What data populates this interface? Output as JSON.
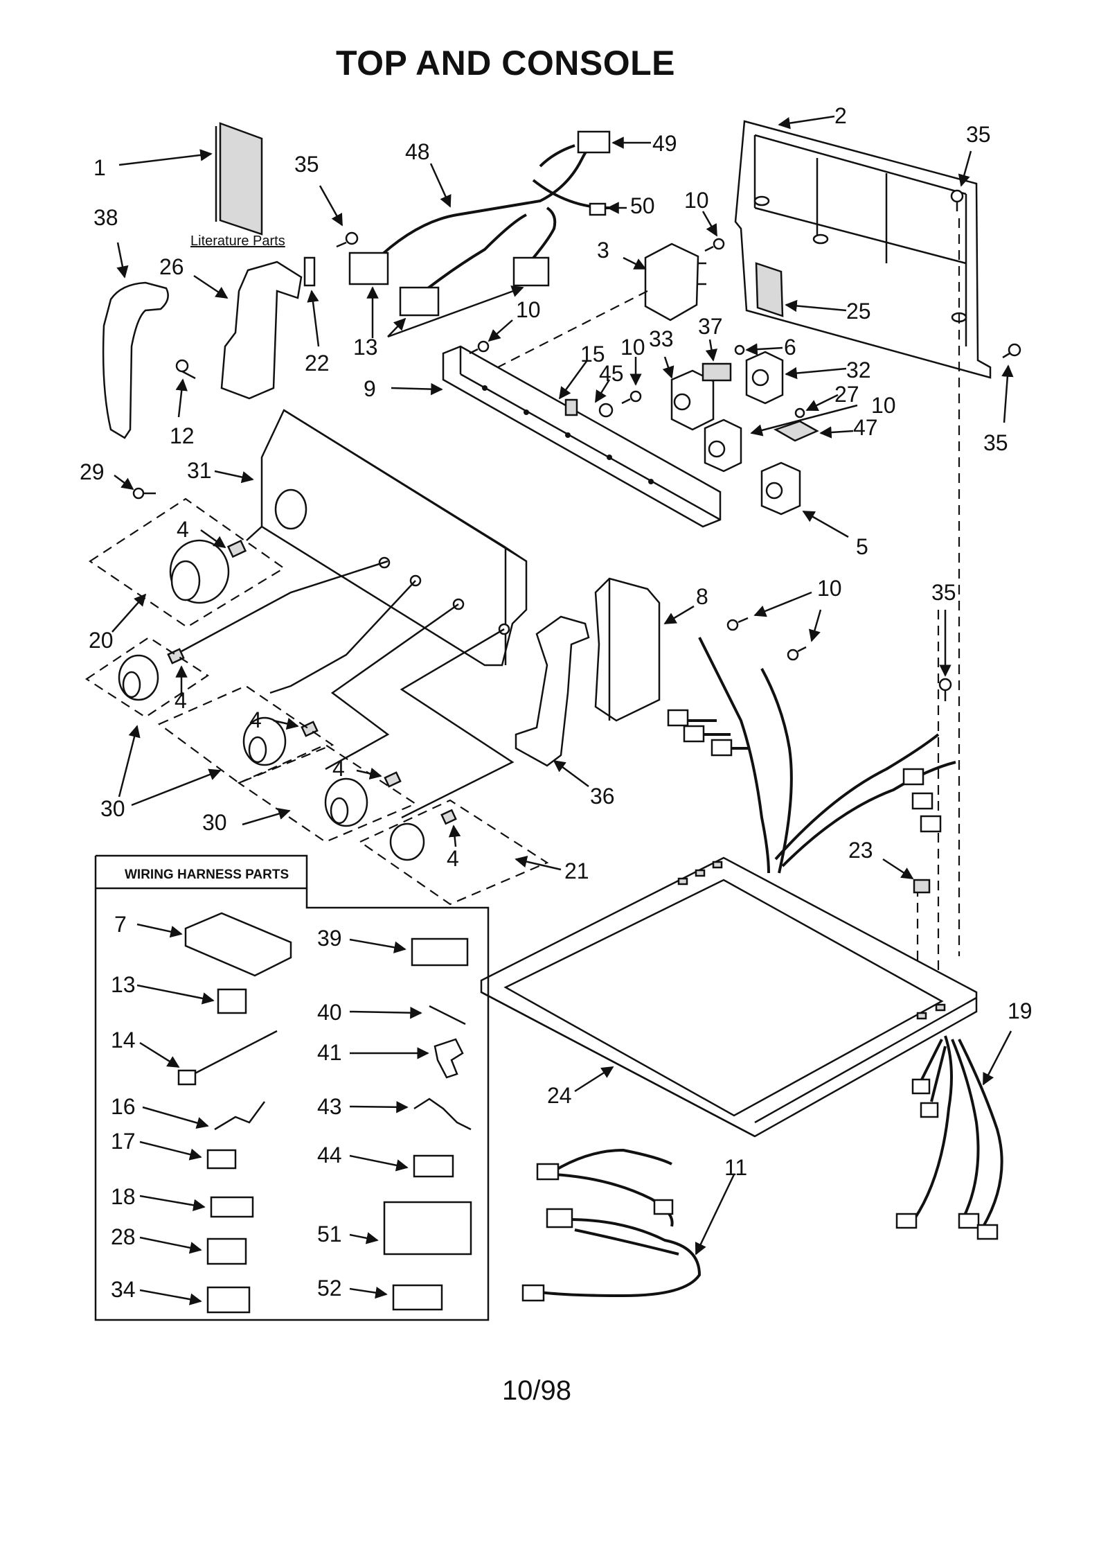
{
  "title": "TOP AND CONSOLE",
  "footer": "10/98",
  "literature_label": "Literature Parts",
  "wiring_header": "WIRING HARNESS PARTS",
  "callouts": {
    "c1": "1",
    "c2": "2",
    "c3": "3",
    "c4a": "4",
    "c4b": "4",
    "c4c": "4",
    "c4d": "4",
    "c4e": "4",
    "c5": "5",
    "c6": "6",
    "c8": "8",
    "c9": "9",
    "c10a": "10",
    "c10b": "10",
    "c10c": "10",
    "c10d": "10",
    "c10e": "10",
    "c11": "11",
    "c12": "12",
    "c13a": "13",
    "c15": "15",
    "c19": "19",
    "c20": "20",
    "c21": "21",
    "c22": "22",
    "c23": "23",
    "c24": "24",
    "c25": "25",
    "c26": "26",
    "c27": "27",
    "c29": "29",
    "c30a": "30",
    "c30b": "30",
    "c31": "31",
    "c32": "32",
    "c33": "33",
    "c35a": "35",
    "c35b": "35",
    "c35c": "35",
    "c35d": "35",
    "c36": "36",
    "c37": "37",
    "c38": "38",
    "c45": "45",
    "c47": "47",
    "c48": "48",
    "c49": "49",
    "c50": "50"
  },
  "wiring_callouts": {
    "w7": "7",
    "w13": "13",
    "w14": "14",
    "w16": "16",
    "w17": "17",
    "w18": "18",
    "w28": "28",
    "w34": "34",
    "w39": "39",
    "w40": "40",
    "w41": "41",
    "w43": "43",
    "w44": "44",
    "w51": "51",
    "w52": "52"
  }
}
